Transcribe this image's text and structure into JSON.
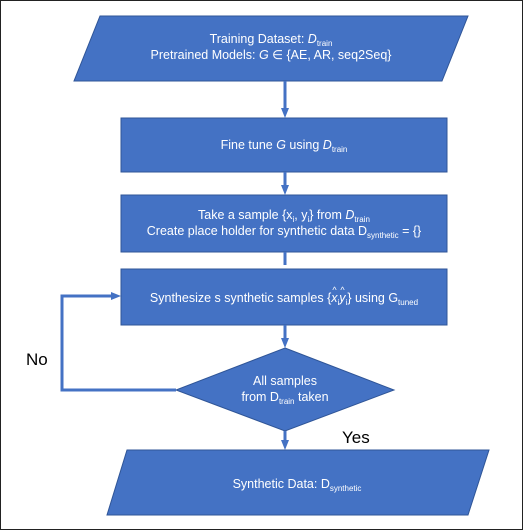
{
  "colors": {
    "box_fill": "#4472C4",
    "box_border": "#2F5597",
    "arrow": "#4472C4",
    "text": "#FFFFFF"
  },
  "nodes": {
    "input": {
      "shape": "parallelogram",
      "line1_prefix": "Training Dataset: ",
      "line1_var": "D",
      "line1_sub": "train",
      "line2_prefix": "Pretrained Models: ",
      "line2_var": "G",
      "line2_suffix": " ∈ {AE, AR, seq2Seq}"
    },
    "finetune": {
      "shape": "rectangle",
      "prefix": "Fine tune ",
      "var": "G",
      "middle": " using ",
      "var2": "D",
      "sub": "train"
    },
    "sample": {
      "shape": "rectangle",
      "line1_prefix": "Take a sample {x",
      "line1_sub1": "i",
      "line1_mid": ", y",
      "line1_sub2": "i",
      "line1_mid2": "} from ",
      "line1_var": "D",
      "line1_sub3": "train",
      "line2_prefix": "Create place holder for synthetic data D",
      "line2_sub": "synthetic",
      "line2_suffix": " = {}"
    },
    "synthesize": {
      "shape": "rectangle",
      "prefix": "Synthesize s synthetic samples {",
      "x_hat": "x",
      "x_sub": "i",
      "y_hat": "y",
      "y_sub": "i",
      "suffix": "} using G",
      "sub": "tuned"
    },
    "decision": {
      "shape": "diamond",
      "line1": "All samples",
      "line2_prefix": "from D",
      "line2_sub": "train",
      "line2_suffix": " taken"
    },
    "output": {
      "shape": "parallelogram",
      "prefix": "Synthetic Data: D",
      "sub": "synthetic"
    }
  },
  "edges": {
    "no_label": "No",
    "yes_label": "Yes"
  }
}
